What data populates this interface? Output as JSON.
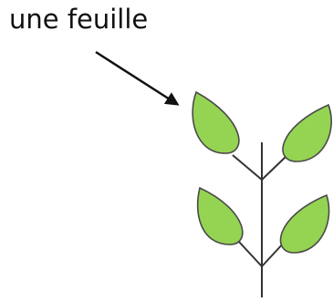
{
  "label": {
    "text": "une feuille"
  },
  "colors": {
    "leaf_fill": "#94d452",
    "leaf_outline": "#4a4a4a",
    "stem": "#333333",
    "arrow": "#111111",
    "text": "#111111"
  },
  "icons": {
    "arrow": "arrow-pointing-to-leaf",
    "plant": "stem-with-four-leaves"
  }
}
